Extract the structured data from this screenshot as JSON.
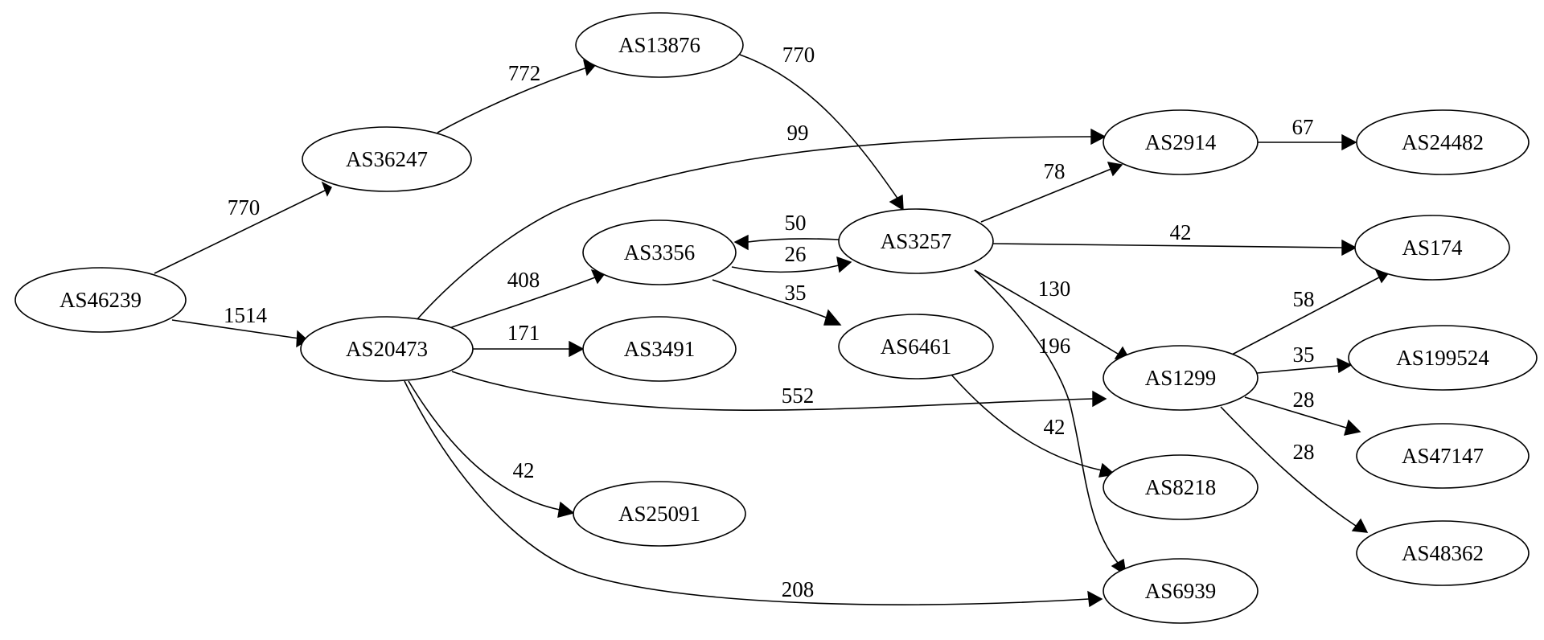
{
  "graph": {
    "nodes": [
      {
        "id": "AS46239",
        "label": "AS46239"
      },
      {
        "id": "AS36247",
        "label": "AS36247"
      },
      {
        "id": "AS20473",
        "label": "AS20473"
      },
      {
        "id": "AS13876",
        "label": "AS13876"
      },
      {
        "id": "AS3356",
        "label": "AS3356"
      },
      {
        "id": "AS3491",
        "label": "AS3491"
      },
      {
        "id": "AS25091",
        "label": "AS25091"
      },
      {
        "id": "AS3257",
        "label": "AS3257"
      },
      {
        "id": "AS6461",
        "label": "AS6461"
      },
      {
        "id": "AS2914",
        "label": "AS2914"
      },
      {
        "id": "AS1299",
        "label": "AS1299"
      },
      {
        "id": "AS8218",
        "label": "AS8218"
      },
      {
        "id": "AS6939",
        "label": "AS6939"
      },
      {
        "id": "AS24482",
        "label": "AS24482"
      },
      {
        "id": "AS174",
        "label": "AS174"
      },
      {
        "id": "AS199524",
        "label": "AS199524"
      },
      {
        "id": "AS47147",
        "label": "AS47147"
      },
      {
        "id": "AS48362",
        "label": "AS48362"
      }
    ],
    "edges": [
      {
        "from": "AS46239",
        "to": "AS36247",
        "label": "770"
      },
      {
        "from": "AS46239",
        "to": "AS20473",
        "label": "1514"
      },
      {
        "from": "AS36247",
        "to": "AS13876",
        "label": "772"
      },
      {
        "from": "AS13876",
        "to": "AS3257",
        "label": "770"
      },
      {
        "from": "AS20473",
        "to": "AS2914",
        "label": "99"
      },
      {
        "from": "AS20473",
        "to": "AS3356",
        "label": "408"
      },
      {
        "from": "AS20473",
        "to": "AS3491",
        "label": "171"
      },
      {
        "from": "AS20473",
        "to": "AS1299",
        "label": "552"
      },
      {
        "from": "AS20473",
        "to": "AS25091",
        "label": "42"
      },
      {
        "from": "AS20473",
        "to": "AS6939",
        "label": "208"
      },
      {
        "from": "AS3257",
        "to": "AS3356",
        "label": "50"
      },
      {
        "from": "AS3356",
        "to": "AS3257",
        "label": "26"
      },
      {
        "from": "AS3356",
        "to": "AS6461",
        "label": "35"
      },
      {
        "from": "AS3257",
        "to": "AS2914",
        "label": "78"
      },
      {
        "from": "AS3257",
        "to": "AS174",
        "label": "42"
      },
      {
        "from": "AS3257",
        "to": "AS1299",
        "label": "130"
      },
      {
        "from": "AS3257",
        "to": "AS6939",
        "label": "196"
      },
      {
        "from": "AS6461",
        "to": "AS8218",
        "label": "42"
      },
      {
        "from": "AS2914",
        "to": "AS24482",
        "label": "67"
      },
      {
        "from": "AS1299",
        "to": "AS174",
        "label": "58"
      },
      {
        "from": "AS1299",
        "to": "AS199524",
        "label": "35"
      },
      {
        "from": "AS1299",
        "to": "AS47147",
        "label": "28"
      },
      {
        "from": "AS1299",
        "to": "AS48362",
        "label": "28"
      }
    ]
  }
}
